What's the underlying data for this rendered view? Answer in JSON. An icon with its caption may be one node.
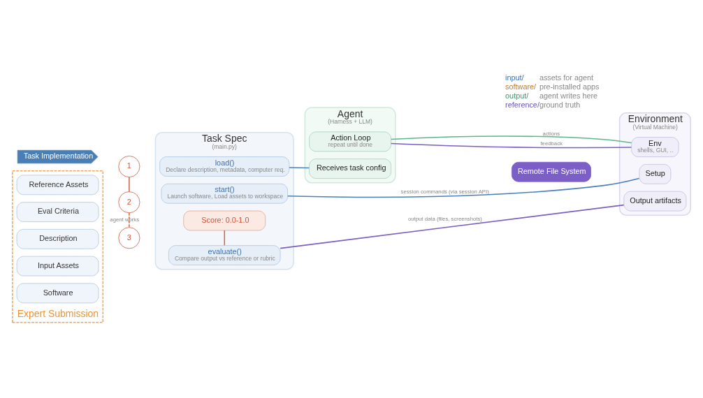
{
  "diagram": {
    "nodes": [
      {
        "text": [
          "Task Implementation"
        ]
      },
      {
        "text": [
          "Expert Submission"
        ]
      },
      {
        "text": [
          "Reference Assets"
        ],
        "in": 1
      },
      {
        "text": [
          "Eval Criteria"
        ],
        "in": 1
      },
      {
        "text": [
          "Description"
        ],
        "in": 1
      },
      {
        "text": [
          "Input Assets"
        ],
        "in": 1
      },
      {
        "text": [
          "Software"
        ],
        "in": 1
      },
      {
        "text": [
          "Task Spec",
          "(main.py)"
        ]
      },
      {
        "text": [
          "load()",
          "Declare description, metadata, computer req."
        ],
        "in": 7
      },
      {
        "text": [
          "start()",
          "Launch software, Load assets to workspace"
        ],
        "in": 7
      },
      {
        "text": [
          "evaluate()",
          "Compare output vs reference or rubric"
        ],
        "in": 7
      },
      {
        "text": [
          "Score: 0.0-1.0"
        ],
        "in": 7
      },
      {
        "text": [
          "Agent",
          "(Harness + LLM)"
        ]
      },
      {
        "text": [
          "Receives task config"
        ],
        "in": 12
      },
      {
        "text": [
          "Action Loop",
          "repeat until done"
        ],
        "in": 12
      },
      {
        "text": [
          "Remote File System"
        ]
      },
      {
        "text": [
          "Environment",
          "(Virtual Machine)"
        ]
      },
      {
        "text": [
          "Setup"
        ],
        "in": 16
      },
      {
        "text": [
          "Env",
          "shells, GUI, .."
        ],
        "in": 16
      },
      {
        "text": [
          "Output artifacts"
        ],
        "in": 16
      },
      {
        "text": [
          "1"
        ]
      },
      {
        "text": [
          "2"
        ]
      },
      {
        "text": [
          "3"
        ]
      }
    ],
    "edges": [
      {
        "from": 8,
        "to": 13,
        "arrow": "none",
        "color": "#4a7fc0"
      },
      {
        "from": 9,
        "to": 17,
        "arrow": "none",
        "label": "session commands (via session API)",
        "color": "#4a7fc0"
      },
      {
        "from": 14,
        "to": 18,
        "arrow": "none",
        "label": "actions",
        "color": "#5cb88a"
      },
      {
        "from": 14,
        "to": 18,
        "arrow": "none",
        "label": "feedback",
        "color": "#7b5fc7"
      },
      {
        "from": 10,
        "to": 19,
        "arrow": "none",
        "label": "output data (files, screenshots)",
        "color": "#7b5fc7"
      },
      {
        "from": 10,
        "to": 11,
        "arrow": "none",
        "color": "#d0674a"
      },
      {
        "from": 20,
        "to": 21,
        "arrow": "none",
        "color": "#d0674a"
      },
      {
        "from": 21,
        "to": 22,
        "arrow": "none",
        "label": "agent works",
        "style": "dashed",
        "color": "#d0674a"
      }
    ],
    "labels": [
      "input/",
      "assets for agent",
      "software/",
      "pre-installed apps",
      "output/",
      "agent writes here",
      "reference/",
      "ground truth"
    ]
  }
}
